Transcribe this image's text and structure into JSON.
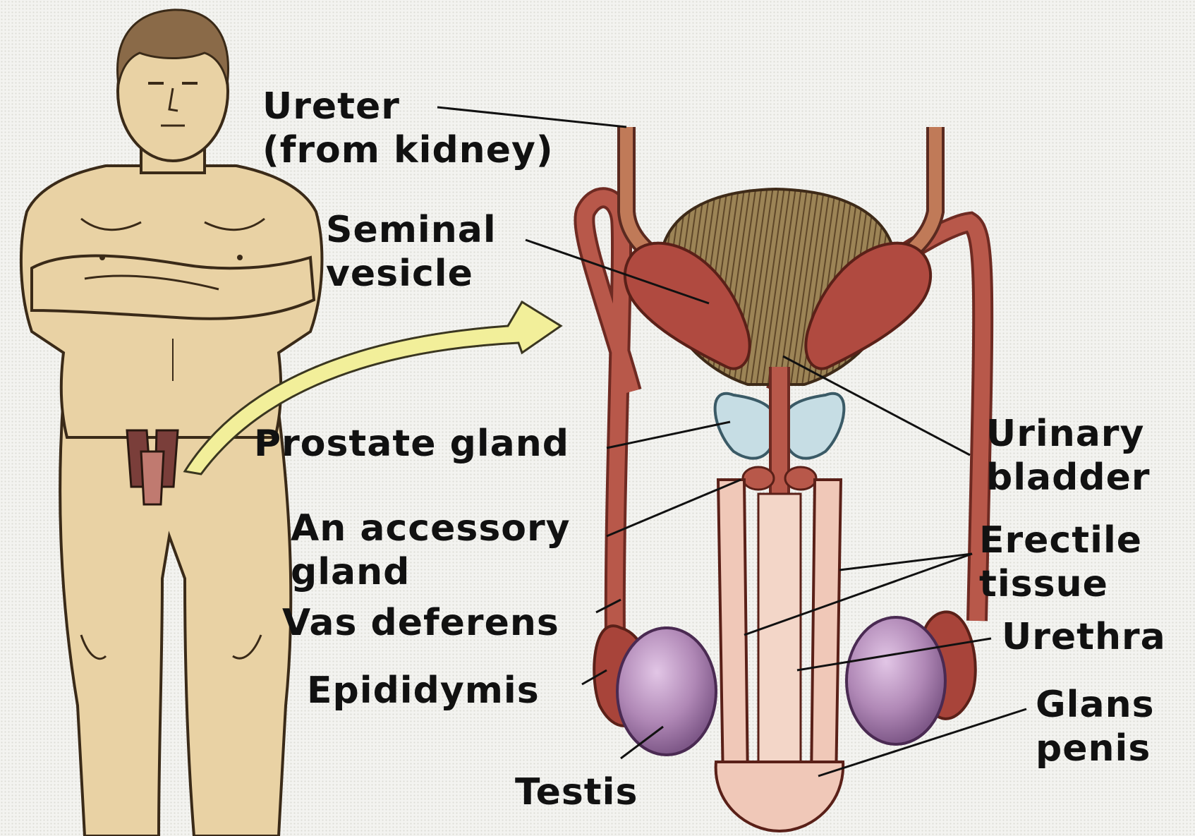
{
  "labels": {
    "ureter": [
      "Ureter",
      "(from kidney)"
    ],
    "seminal_vesicle": [
      "Seminal",
      "vesicle"
    ],
    "prostate_gland": "Prostate gland",
    "accessory_gland": [
      "An accessory",
      "gland"
    ],
    "vas_deferens": "Vas deferens",
    "epididymis": "Epididymis",
    "testis": "Testis",
    "urinary_bladder": [
      "Urinary",
      "bladder"
    ],
    "erectile_tissue": [
      "Erectile",
      "tissue"
    ],
    "urethra": "Urethra",
    "glans_penis": [
      "Glans",
      "penis"
    ]
  },
  "colors": {
    "skin": "#e9d2a4",
    "skin_outline": "#3a2a18",
    "hair": "#8a6a48",
    "duct": "#b8584a",
    "bladder": "#8a7048",
    "testis": "#b48ab8",
    "prostate": "#c6dde4",
    "erectile": "#f0c8b8",
    "arrow": "#f2ef9a"
  }
}
